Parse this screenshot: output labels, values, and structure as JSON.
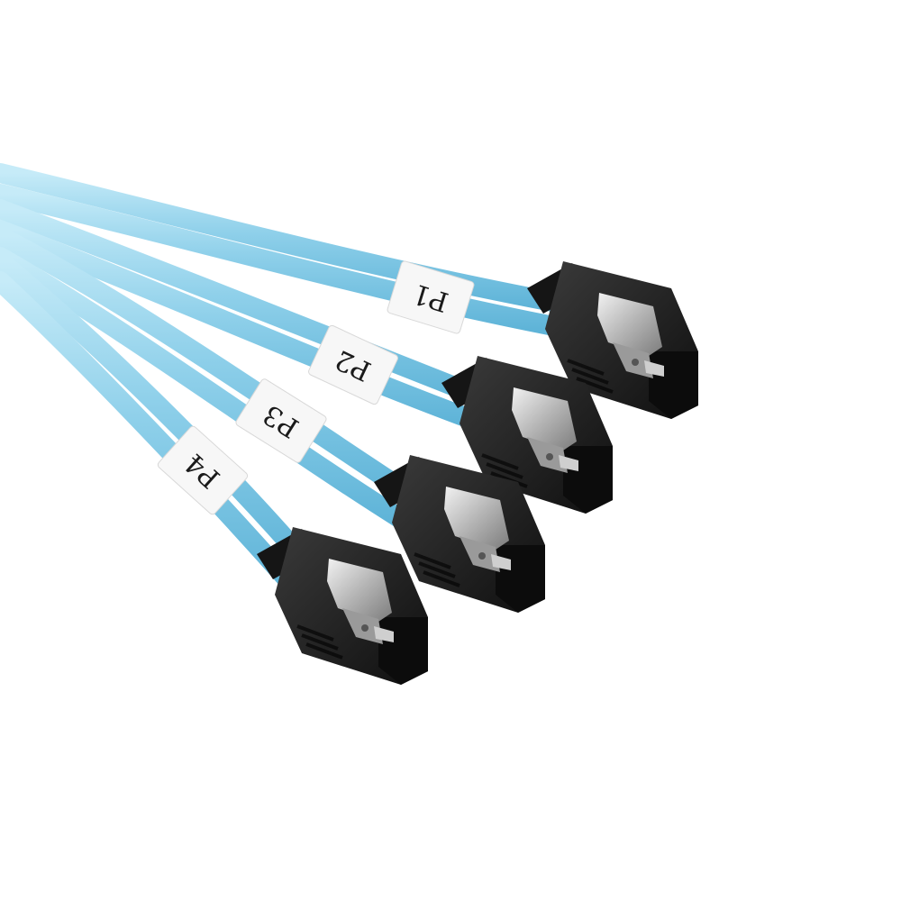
{
  "photo": {
    "background": "#ffffff",
    "cable_color": "#8fd0ea",
    "cable_shadow": "#4fa7cc",
    "connector_color": "#1c1c1c",
    "latch_color": "#b9b9b9",
    "sleeve_color": "#f7f7f7",
    "connectors": [
      {
        "label": "P1"
      },
      {
        "label": "P2"
      },
      {
        "label": "P3"
      },
      {
        "label": "P4"
      }
    ]
  }
}
